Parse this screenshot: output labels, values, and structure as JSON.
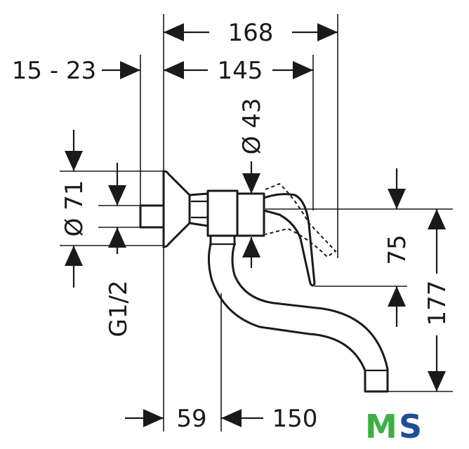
{
  "dimensions": {
    "overall_width": "168",
    "body_width": "145",
    "wall_offset_range": "15 - 23",
    "handle_diameter": "Ø 43",
    "rosette_diameter": "Ø 71",
    "thread": "G1/2",
    "handle_height": "75",
    "spout_height": "177",
    "spout_offset": "59",
    "spout_reach": "150"
  },
  "logo": {
    "letter_m": "M",
    "letter_s": "S",
    "color_m": "#3cb043",
    "color_s": "#1f4e99"
  },
  "colors": {
    "line": "#1a1a1a",
    "background": "#ffffff"
  }
}
